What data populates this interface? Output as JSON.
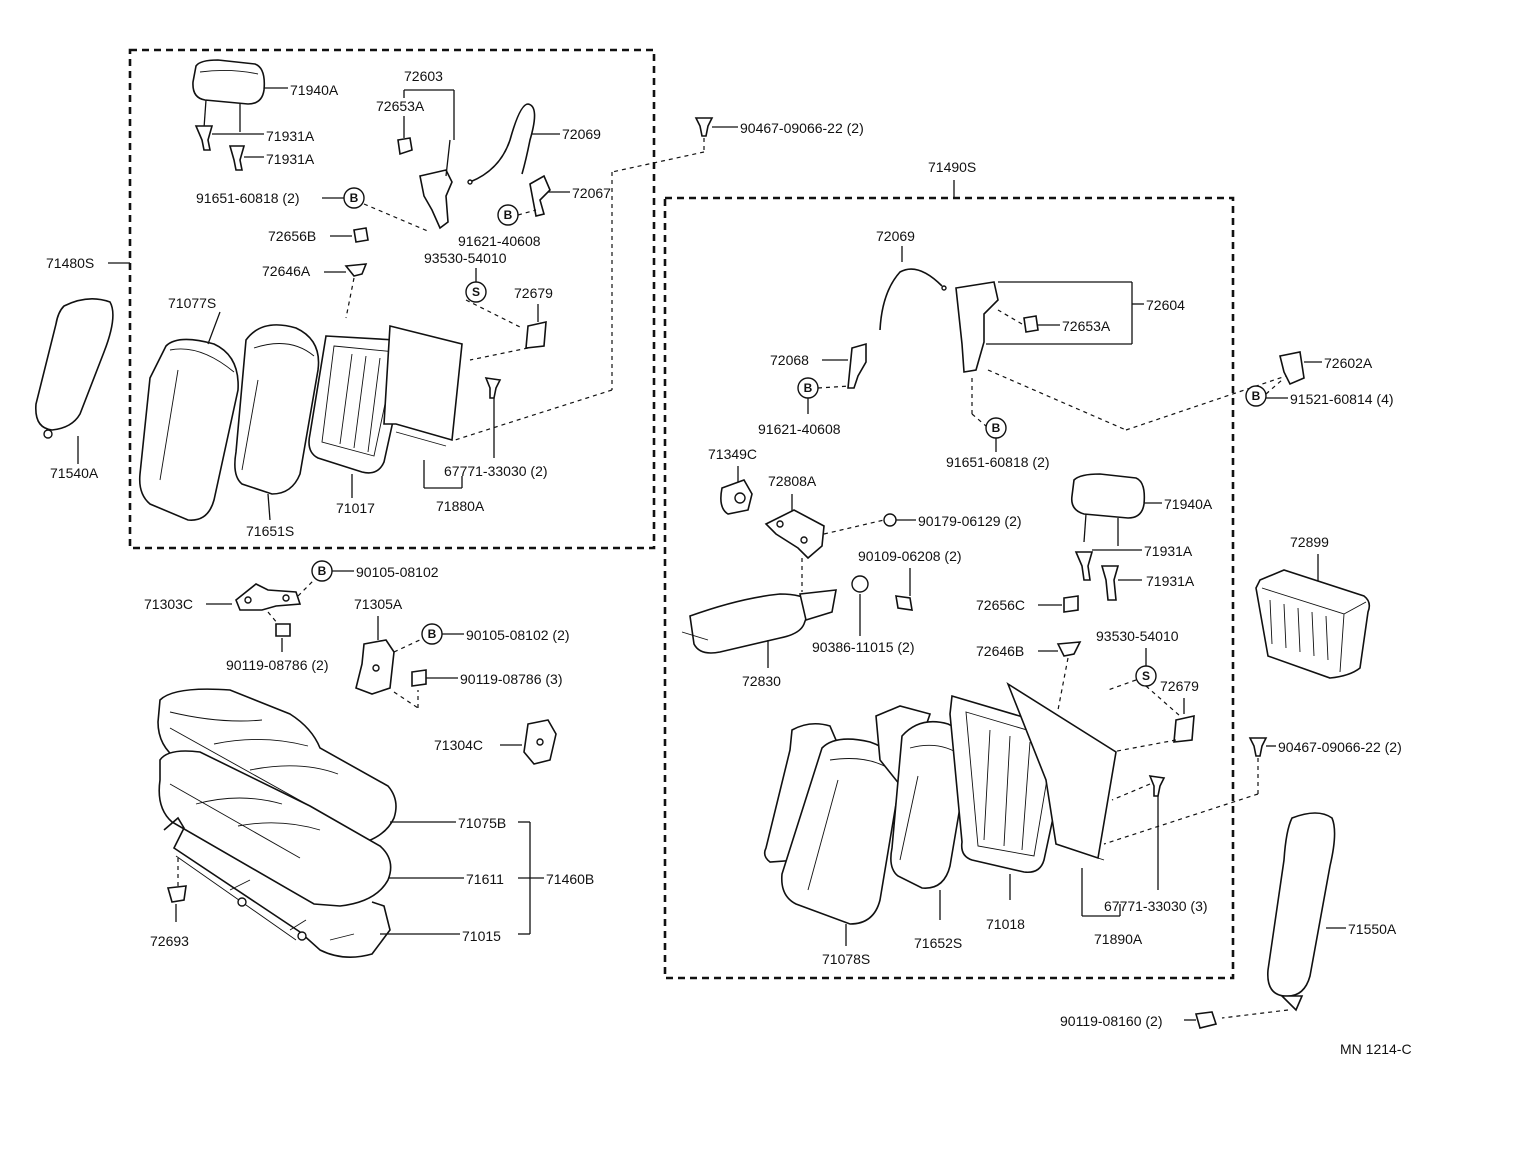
{
  "assemblies": {
    "left_group": "71480S",
    "right_group": "71490S",
    "cushion_group": "71460B"
  },
  "left_parts": {
    "headrest": "71940A",
    "support_a": "71931A",
    "support_b": "71931A",
    "bolt_b1": "91651-60818 (2)",
    "bolt_b2": "91621-40608",
    "lock_assy": "72603",
    "lock_button": "72653A",
    "cable": "72069",
    "striker": "72067",
    "cover_b": "72656B",
    "knob_a": "72646A",
    "screw_s": "93530-54010",
    "bezel": "72679",
    "clip_top": "90467-09066-22 (2)",
    "back_cover": "71077S",
    "back_pad": "71651S",
    "back_frame": "71017",
    "back_board": "71880A",
    "clip_board": "67771-33030 (2)",
    "side_back": "71540A"
  },
  "right_parts": {
    "cable": "72069",
    "lock_assy": "72604",
    "lock_button": "72653A",
    "striker": "72068",
    "bolt_b1": "91621-40608",
    "hinge": "72602A",
    "bolt_hinge": "91521-60814 (4)",
    "bolt_b2": "91651-60818 (2)",
    "armrest_pad": "71349C",
    "armrest_hinge": "72808A",
    "nut_arm": "90179-06129 (2)",
    "bolt_arm": "90109-06208 (2)",
    "bush": "90386-11015 (2)",
    "armrest": "72830",
    "headrest": "71940A",
    "support_a": "71931A",
    "support_b": "71931A",
    "cover_c": "72656C",
    "knob_b": "72646B",
    "screw_s": "93530-54010",
    "bezel": "72679",
    "clip_right": "90467-09066-22 (2)",
    "back_cover": "71078S",
    "back_pad": "71652S",
    "back_frame": "71018",
    "back_board": "71890A",
    "clip_board": "67771-33030 (3)",
    "box": "72899",
    "side_back": "71550A",
    "bolt_side": "90119-08160 (2)"
  },
  "lower_parts": {
    "hook_c": "71303C",
    "bolt_hook_c": "90105-08102",
    "bolt_hook_c2": "90119-08786 (2)",
    "hook_a": "71305A",
    "bolt_hook_a": "90105-08102 (2)",
    "bolt_hook_a2": "90119-08786 (3)",
    "hook_c2": "71304C",
    "cushion_cover": "71075B",
    "cushion_pad": "71611",
    "cushion_frame": "71015",
    "clip_cushion": "72693"
  },
  "markers": {
    "bolt": "B",
    "screw": "S"
  },
  "diagram_code": "MN 1214-C"
}
